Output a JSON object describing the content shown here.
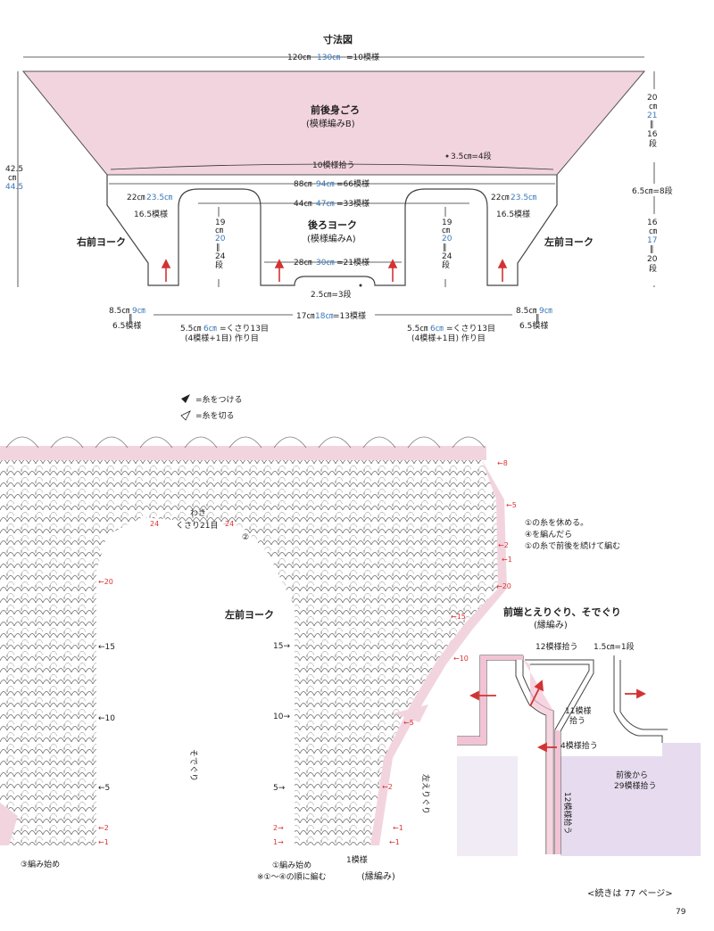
{
  "title": "寸法図",
  "top_diagram": {
    "width_black": "120㎝",
    "width_blue": "130㎝",
    "width_suffix": "=10模様",
    "body_label": "前後身ごろ",
    "body_pattern": "(模様編みB)",
    "pickup_top": "10模様拾う",
    "row_top": "3.5㎝=4段",
    "w88_black": "88㎝",
    "w88_blue": "94㎝",
    "w88_suffix": "=66模様",
    "w44_black": "44㎝",
    "w44_blue": "47㎝",
    "w44_suffix": "=33模様",
    "side22_black": "22㎝",
    "side22_blue": "23.5㎝",
    "side22_pattern": "16.5模様",
    "back_yoke": "後ろヨーク",
    "back_yoke_pattern": "(模様編みA)",
    "w28_black": "28㎝",
    "w28_blue": "30㎝",
    "w28_suffix": "=21模様",
    "center_gap": "2.5㎝=3段",
    "right_front_yoke": "右前ヨーク",
    "left_front_yoke": "左前ヨーク",
    "armhole_h_black": "19",
    "armhole_h_blue": "20",
    "unit_cm": "㎝",
    "armhole_rows": "24",
    "rows_unit": "段",
    "equals": "‖",
    "left_h_black": "42.5",
    "left_h_blue": "44.5",
    "right_h1_black": "20",
    "right_h1_blue": "21",
    "right_h1_rows": "16",
    "right_mid": "6.5㎝=8段",
    "right_h2_black": "16",
    "right_h2_blue": "17",
    "right_h2_rows": "20",
    "bot_side_black": "8.5㎝",
    "bot_side_blue": "9㎝",
    "bot_side_pattern": "6.5模様",
    "bot_arm_black": "5.5㎝",
    "bot_arm_blue": "6㎝",
    "bot_arm_suffix": "=くさり13目",
    "bot_arm_note": "(4模様+1目) 作り目",
    "bot_center_black": "17㎝",
    "bot_center_blue": "18㎝",
    "bot_center_suffix": "=13模様"
  },
  "legend": {
    "attach": "=糸をつける",
    "cut": "=糸を切る"
  },
  "chart": {
    "waki": "わき",
    "waki_chain": "くさり21目",
    "circle2": "②",
    "left_front_yoke": "左前ヨーク",
    "sleeve_edge": "そでぐり",
    "left_collar_edge": "左えりぐり",
    "start3": "③編み始め",
    "start1": "①編み始め",
    "order_note": "※①～④の順に編む",
    "one_pattern": "1模様",
    "edging": "(縁編み)",
    "note_lines": [
      "①の糸を休める。",
      "④を編んだら",
      "①の糸で前後を続けて編む"
    ],
    "left_row_numbers": [
      "20",
      "15",
      "10",
      "5",
      "2",
      "1"
    ],
    "mid_row_numbers": [
      "15",
      "10",
      "5",
      "2",
      "1"
    ],
    "right_row_numbers": [
      "8",
      "5",
      "2",
      "1",
      "20",
      "15",
      "10",
      "5",
      "2",
      "1"
    ],
    "row24": "24"
  },
  "inset": {
    "title": "前端とえりぐり、そでぐり",
    "subtitle": "(縁編み)",
    "pick12_top": "12模様拾う",
    "row1": "1.5㎝=1段",
    "pick11_a": "11模様",
    "pick11_b": "拾う",
    "pick4": "4模様拾う",
    "pick29_a": "前後から",
    "pick29_b": "29模様拾う",
    "pick12_side": "12模様拾う"
  },
  "footer": {
    "continued": "<続きは 77 ページ>",
    "page_number": "79"
  },
  "colors": {
    "pink": "#f2d4df",
    "pink_dark": "#e8b6c8",
    "blue": "#3a78b8",
    "red": "#d33333",
    "lavender": "#dcd0ea"
  }
}
